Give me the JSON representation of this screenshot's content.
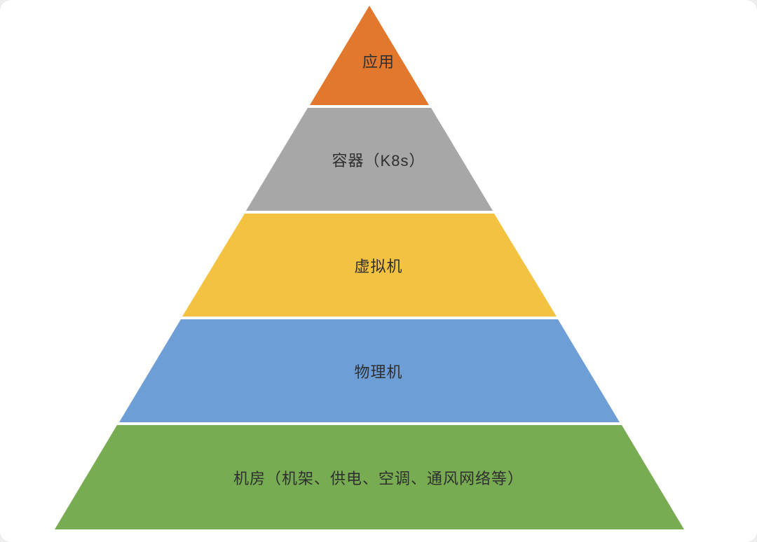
{
  "diagram": {
    "type": "pyramid",
    "background": "#ffffff",
    "text_color": "#2f2f2f",
    "layers": [
      {
        "label": "应用",
        "color": "#E2772E"
      },
      {
        "label": "容器（K8s）",
        "color": "#A7A7A7"
      },
      {
        "label": "虚拟机",
        "color": "#F2C240"
      },
      {
        "label": "物理机",
        "color": "#6D9ED6"
      },
      {
        "label": "机房（机架、供电、空调、通风网络等）",
        "color": "#77AC52"
      }
    ]
  }
}
